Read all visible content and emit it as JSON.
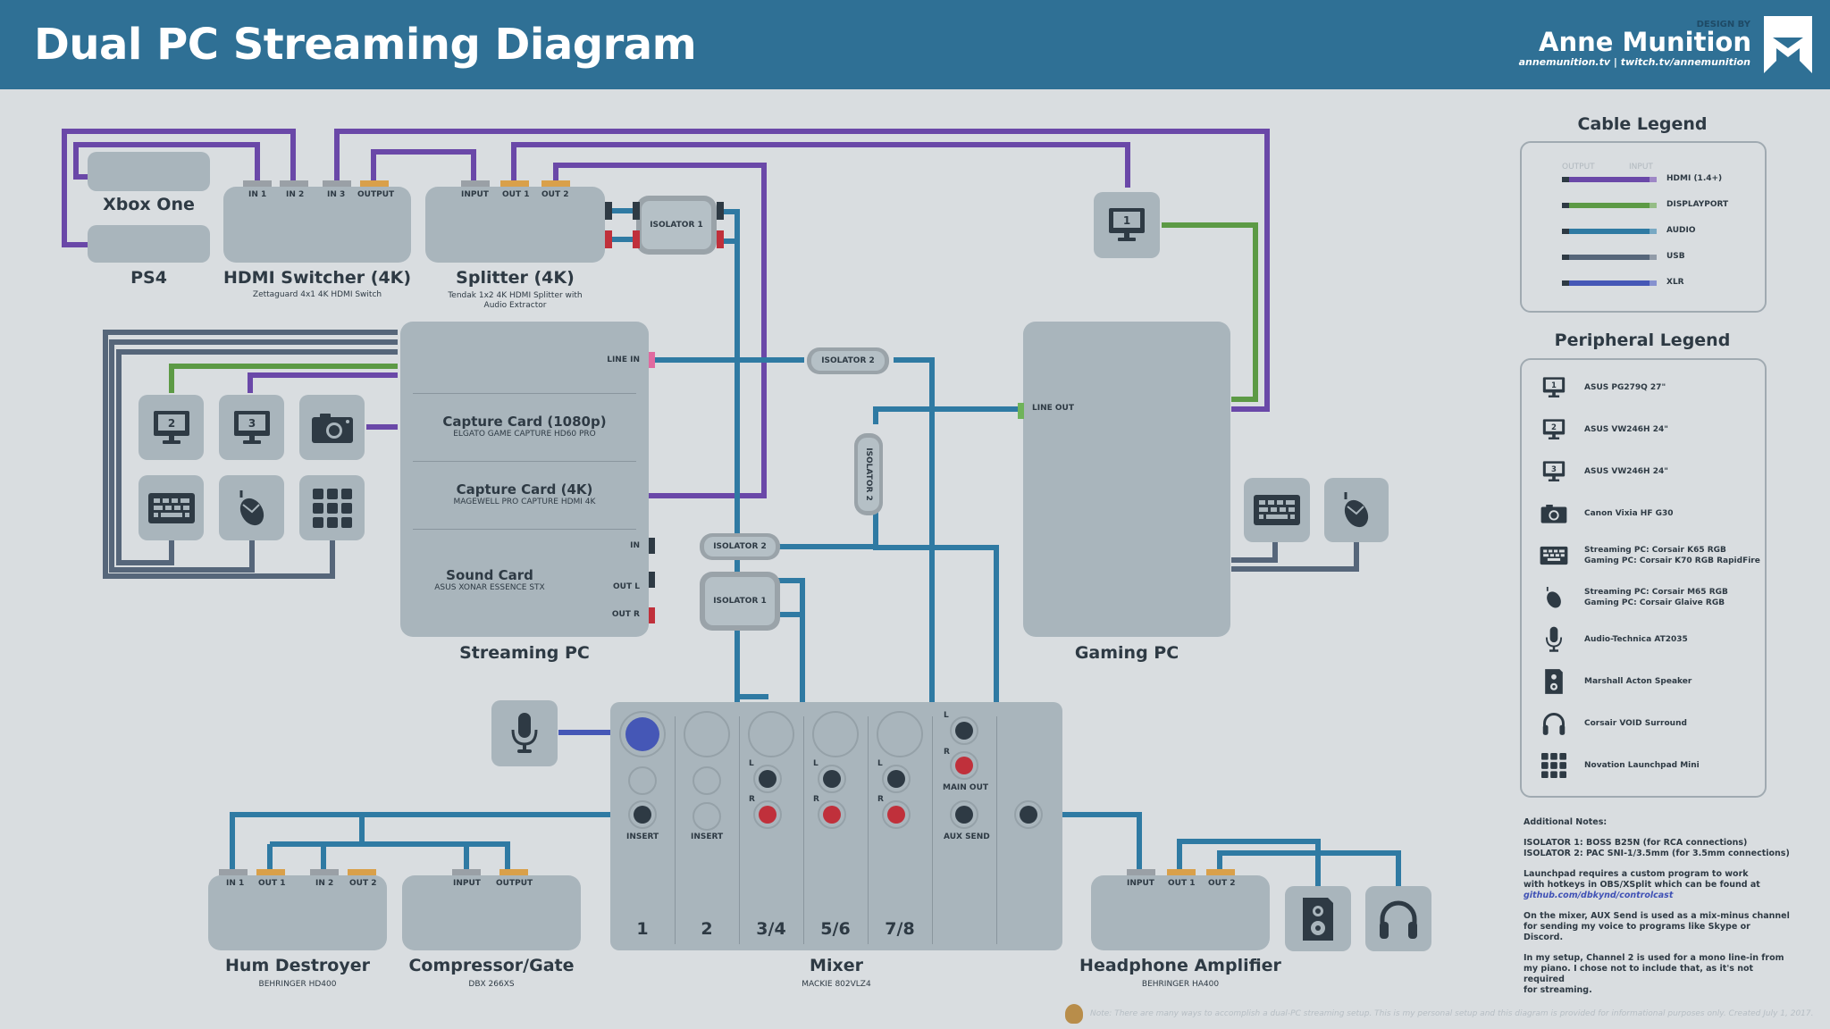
{
  "header": {
    "title": "Dual PC Streaming Diagram",
    "design_by": "DESIGN BY",
    "author": "Anne Munition",
    "links": "annemunition.tv | twitch.tv/annemunition",
    "logo_icon": "am-logo-icon"
  },
  "colors": {
    "header_bg": "#2f7095",
    "background": "#d9dde0",
    "device": "#a9b5bc",
    "hdmi": "#6a48a8",
    "displayport": "#5c9a45",
    "audio": "#2f7aa3",
    "usb": "#56667a",
    "xlr": "#4557b6",
    "output_port": "#d9a04a",
    "input_port": "#9aa0a6",
    "rca_red": "#c0303b",
    "line_in_pink": "#e06aa0",
    "line_out_green": "#6fb35a"
  },
  "devices": {
    "xbox": {
      "name": "Xbox One"
    },
    "ps4": {
      "name": "PS4"
    },
    "hdmi_switcher": {
      "name": "HDMI Switcher (4K)",
      "model": "Zettaguard 4x1 4K HDMI Switch",
      "ports": [
        "IN 1",
        "IN 2",
        "IN 3",
        "OUTPUT"
      ]
    },
    "splitter": {
      "name": "Splitter (4K)",
      "model_line1": "Tendak 1x2 4K HDMI Splitter with",
      "model_line2": "Audio Extractor",
      "ports": [
        "INPUT",
        "OUT 1",
        "OUT 2"
      ]
    },
    "isolators": {
      "iso1": "ISOLATOR 1",
      "iso2": "ISOLATOR 2"
    },
    "streaming_pc": {
      "name": "Streaming PC",
      "line_in": "LINE IN",
      "capture1_title": "Capture Card (1080p)",
      "capture1_model": "ELGATO GAME CAPTURE HD60 PRO",
      "capture2_title": "Capture Card (4K)",
      "capture2_model": "MAGEWELL PRO CAPTURE HDMI 4K",
      "sound_title": "Sound Card",
      "sound_model": "ASUS XONAR ESSENCE STX",
      "in": "IN",
      "out_l": "OUT L",
      "out_r": "OUT R"
    },
    "gaming_pc": {
      "name": "Gaming PC",
      "line_out": "LINE OUT"
    },
    "monitor1": {
      "number": "1"
    },
    "monitor2": {
      "number": "2"
    },
    "monitor3": {
      "number": "3"
    },
    "mixer": {
      "name": "Mixer",
      "model": "MACKIE 802VLZ4",
      "channels": [
        "1",
        "2",
        "3/4",
        "5/6",
        "7/8"
      ],
      "insert": "INSERT",
      "l": "L",
      "r": "R",
      "main_out": "MAIN OUT",
      "aux_send": "AUX SEND"
    },
    "hum_destroyer": {
      "name": "Hum Destroyer",
      "model": "BEHRINGER HD400",
      "ports": [
        "IN 1",
        "OUT 1",
        "IN 2",
        "OUT 2"
      ]
    },
    "compressor": {
      "name": "Compressor/Gate",
      "model": "DBX 266XS",
      "ports": [
        "INPUT",
        "OUTPUT"
      ]
    },
    "headphone_amp": {
      "name": "Headphone Amplifier",
      "model": "BEHRINGER HA400",
      "ports": [
        "INPUT",
        "OUT 1",
        "OUT 2"
      ]
    }
  },
  "cable_legend": {
    "title": "Cable Legend",
    "output_label": "OUTPUT",
    "input_label": "INPUT",
    "items": [
      {
        "label": "HDMI (1.4+)",
        "color": "#6a48a8"
      },
      {
        "label": "DISPLAYPORT",
        "color": "#5c9a45"
      },
      {
        "label": "AUDIO",
        "color": "#2f7aa3"
      },
      {
        "label": "USB",
        "color": "#56667a"
      },
      {
        "label": "XLR",
        "color": "#4557b6"
      }
    ]
  },
  "peripheral_legend": {
    "title": "Peripheral Legend",
    "items": [
      {
        "icon": "monitor-1-icon",
        "line1": "ASUS PG279Q 27\"",
        "line2": ""
      },
      {
        "icon": "monitor-2-icon",
        "line1": "ASUS VW246H 24\"",
        "line2": ""
      },
      {
        "icon": "monitor-3-icon",
        "line1": "ASUS VW246H 24\"",
        "line2": ""
      },
      {
        "icon": "camera-icon",
        "line1": "Canon Vixia HF G30",
        "line2": ""
      },
      {
        "icon": "keyboard-icon",
        "line1": "Streaming PC: Corsair K65 RGB",
        "line2": "Gaming PC: Corsair K70 RGB RapidFire"
      },
      {
        "icon": "mouse-icon",
        "line1": "Streaming PC: Corsair M65 RGB",
        "line2": "Gaming PC: Corsair Glaive RGB"
      },
      {
        "icon": "microphone-icon",
        "line1": "Audio-Technica AT2035",
        "line2": ""
      },
      {
        "icon": "speaker-icon",
        "line1": "Marshall Acton Speaker",
        "line2": ""
      },
      {
        "icon": "headphones-icon",
        "line1": "Corsair VOID Surround",
        "line2": ""
      },
      {
        "icon": "launchpad-icon",
        "line1": "Novation Launchpad Mini",
        "line2": ""
      }
    ]
  },
  "notes": {
    "heading": "Additional Notes:",
    "iso1": "ISOLATOR 1: BOSS B25N (for RCA connections)",
    "iso2": "ISOLATOR 2: PAC SNI-1/3.5mm (for 3.5mm connections)",
    "launchpad1": "Launchpad requires a custom program to work",
    "launchpad2": "with hotkeys in OBS/XSplit which can be found at",
    "launchpad_link": "github.com/dbkynd/controlcast",
    "aux1": "On the mixer, AUX Send is used as a mix-minus channel",
    "aux2": "for sending my voice to programs like Skype or Discord.",
    "ch2_1": "In my setup, Channel 2 is used for a mono line-in from",
    "ch2_2": "my piano. I chose not to include that, as it's not required",
    "ch2_3": "for streaming."
  },
  "footer": {
    "note": "Note: There are many ways to accomplish a dual-PC streaming setup. This is my personal setup and this diagram is provided for informational purposes only. Created July 1, 2017."
  }
}
